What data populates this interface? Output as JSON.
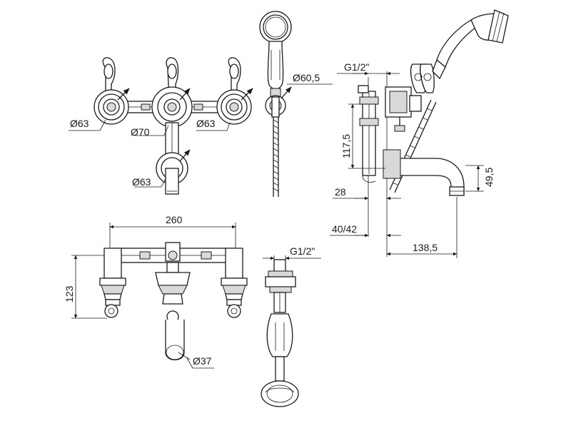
{
  "colors": {
    "line": "#1a1a1a",
    "background": "#ffffff"
  },
  "views": {
    "front": {
      "dims": {
        "left_handle_diameter": "Ø63",
        "center_body_diameter": "Ø70",
        "right_handle_diameter": "Ø63",
        "spout_flange_diameter": "Ø63"
      }
    },
    "handshower": {
      "dims": {
        "head_diameter": "Ø60,5"
      }
    },
    "side": {
      "dims": {
        "connection_thread": "G1/2\"",
        "height": "117,5",
        "wall_offset": "28",
        "spout_height": "49,5",
        "wall_range": "40/42",
        "spout_projection": "138,5"
      }
    },
    "plan": {
      "dims": {
        "centers_width": "260",
        "height": "123",
        "spout_outlet_diameter": "Ø37"
      }
    },
    "holder": {
      "dims": {
        "connection_thread": "G1/2\""
      }
    }
  }
}
